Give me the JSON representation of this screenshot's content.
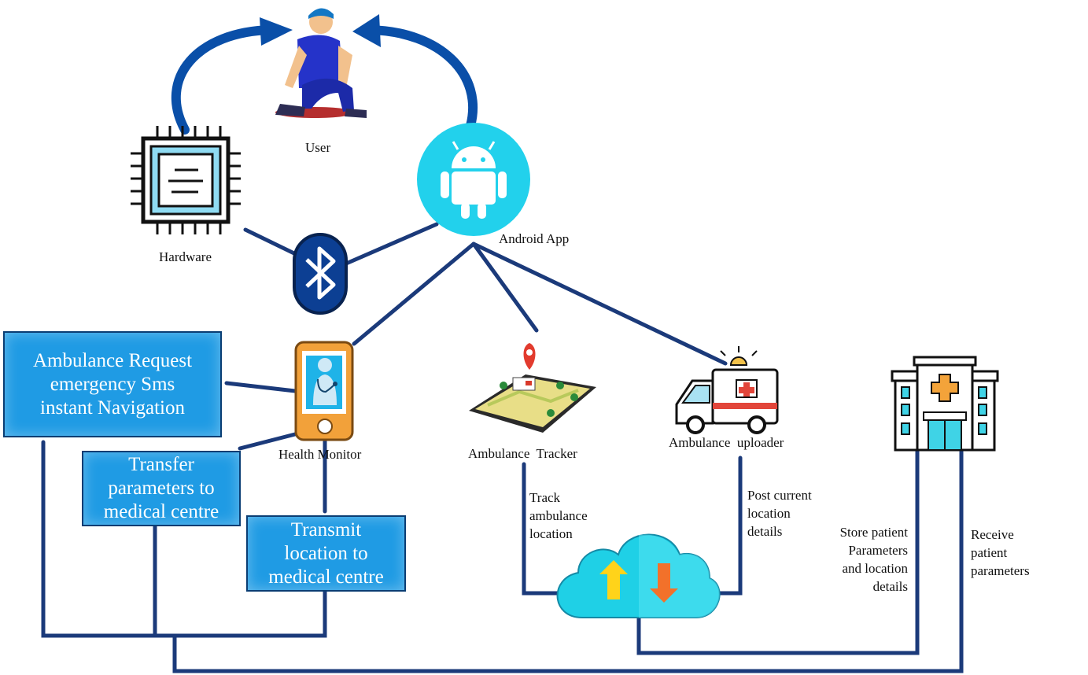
{
  "nodes": {
    "user": "User",
    "hardware": "Hardware",
    "android_app": "Android App",
    "health_monitor": "Health Monitor",
    "ambulance_tracker": "Ambulance  Tracker",
    "ambulance_uploader": "Ambulance  uploader"
  },
  "boxes": {
    "ambulance_request": "Ambulance Request\nemergency Sms\ninstant Navigation",
    "transfer_params": "Transfer\nparameters to\nmedical centre",
    "transmit_location": "Transmit\nlocation to\nmedical centre"
  },
  "edge_labels": {
    "track": "Track\nambulance\nlocation",
    "post": "Post current\nlocation\ndetails",
    "store": "Store patient\nParameters\nand location\ndetails",
    "receive": "Receive\npatient\nparameters"
  },
  "colors": {
    "line": "#1b3a7a",
    "box_fill": "#1f9be4",
    "cyan": "#1fd0e6",
    "android_circle": "#22d1ec"
  }
}
